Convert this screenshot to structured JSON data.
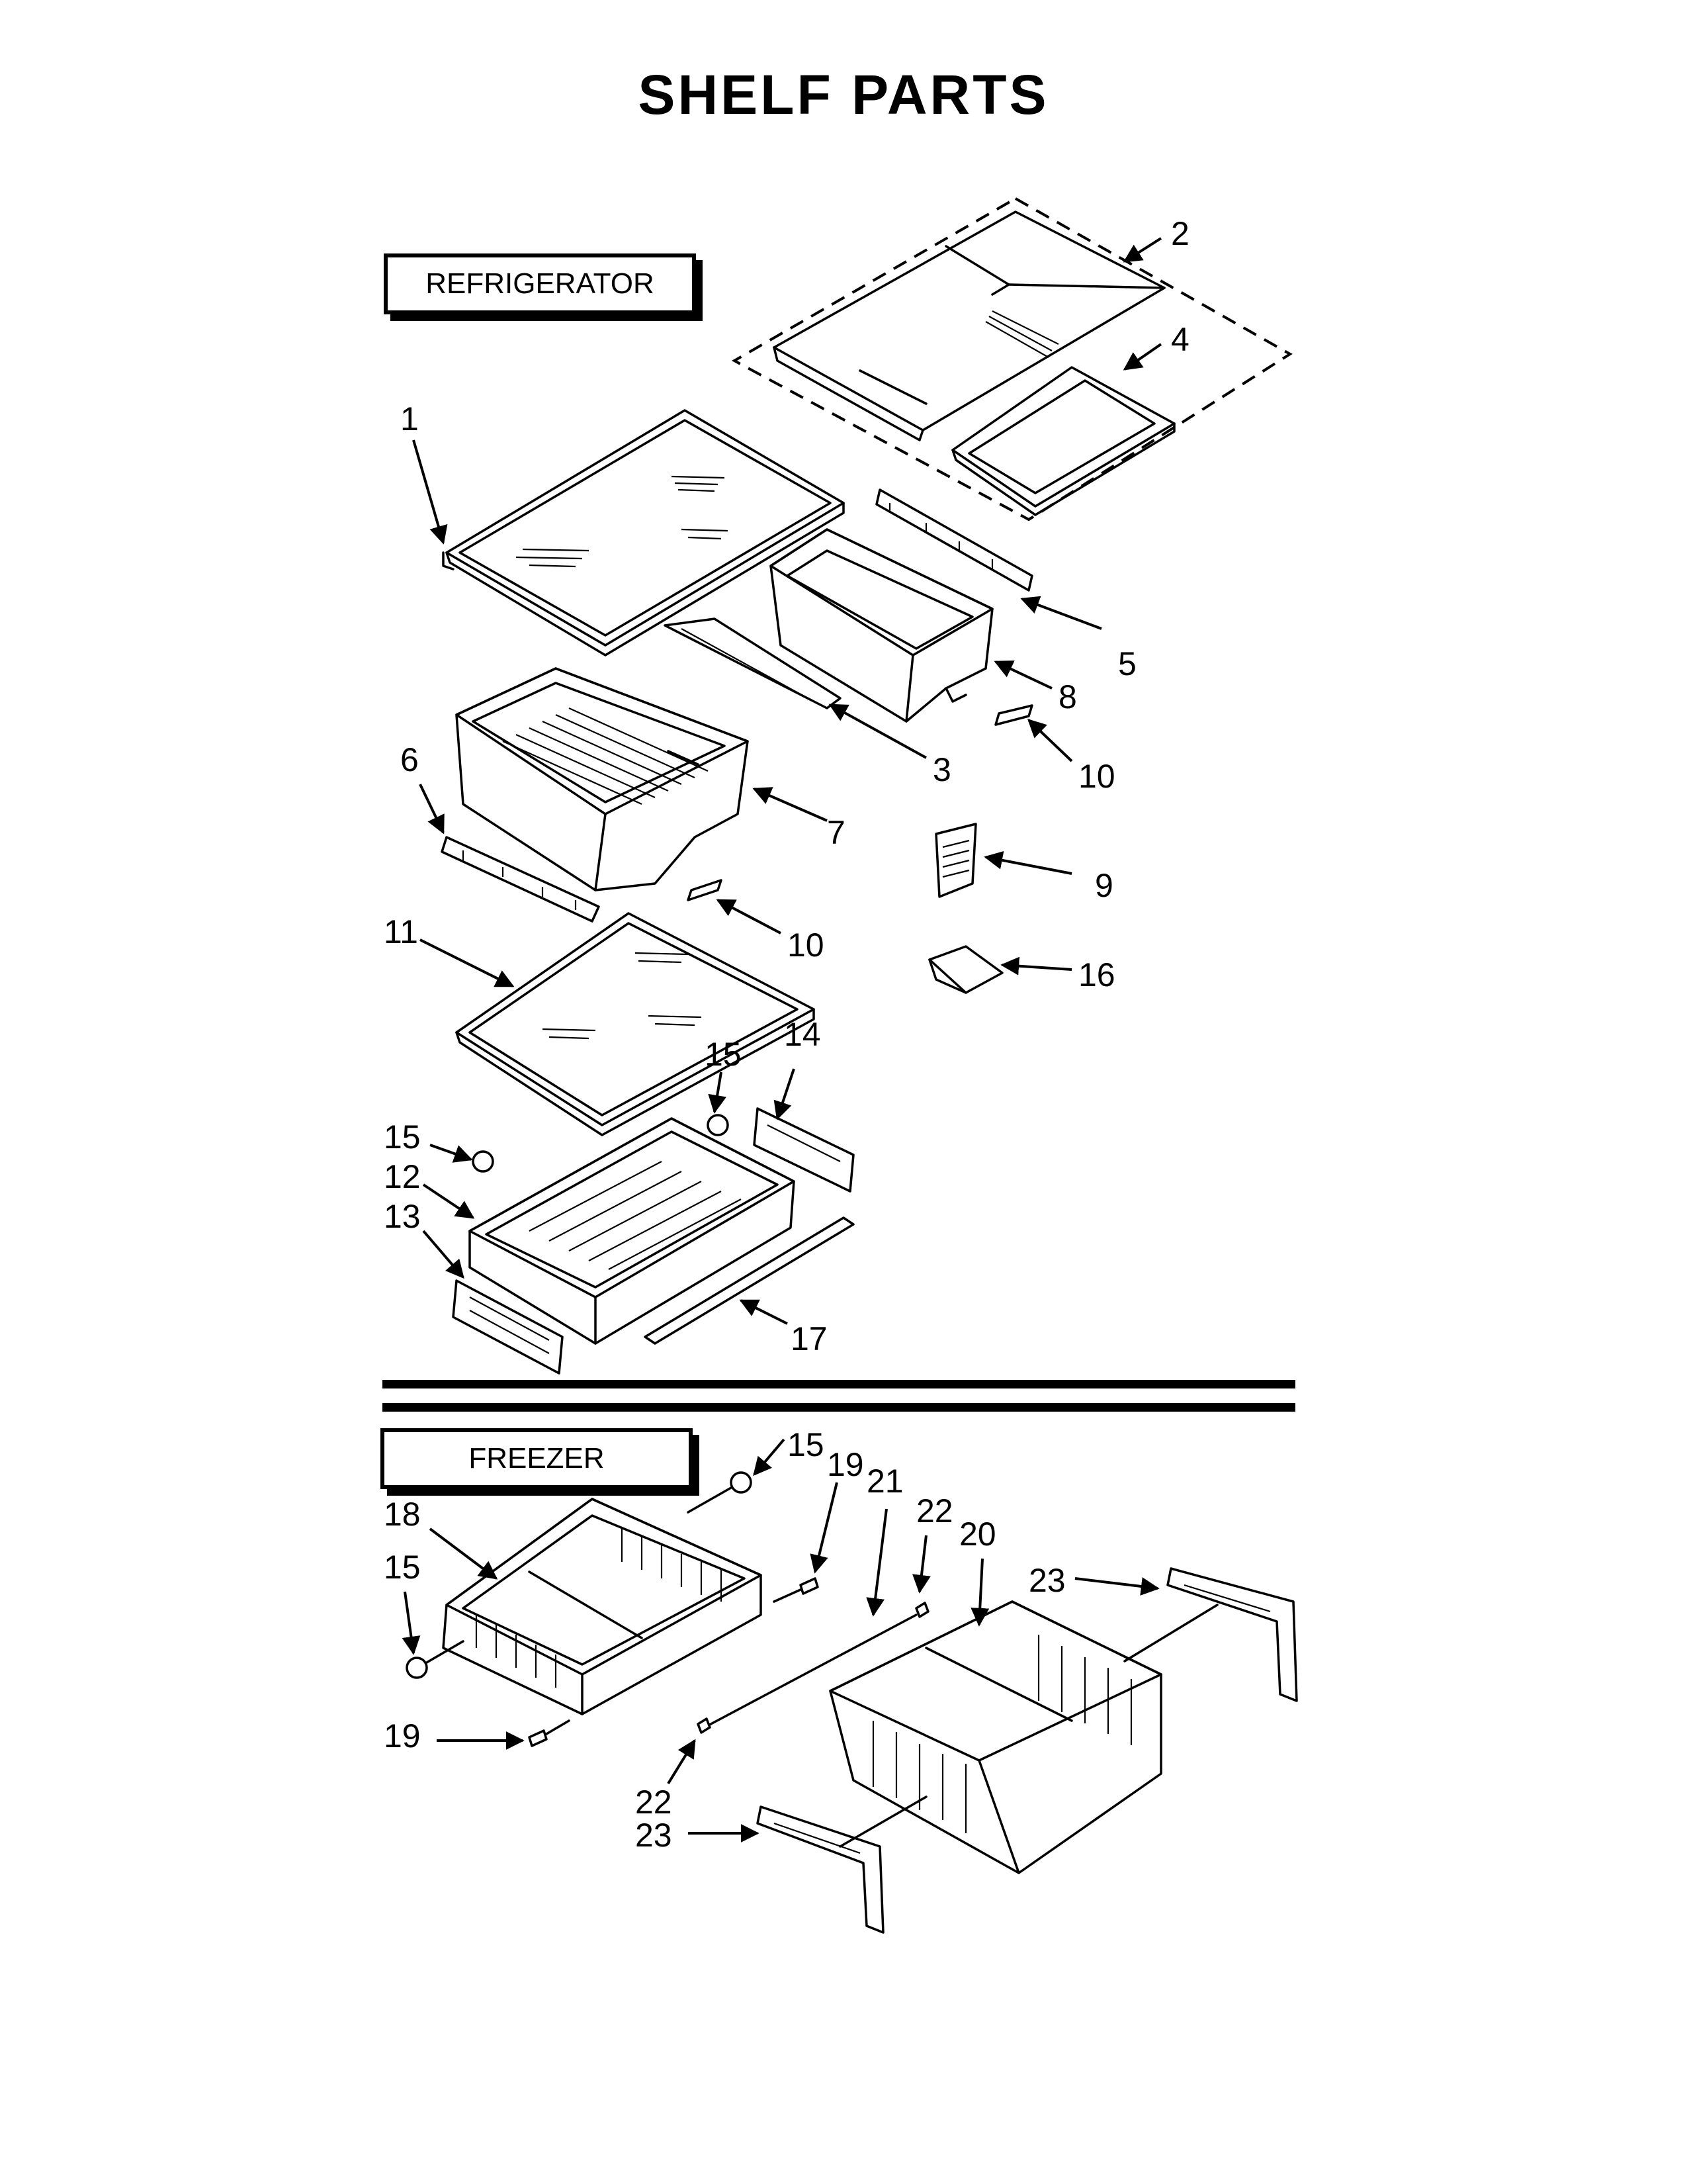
{
  "title": "SHELF PARTS",
  "sections": {
    "refrigerator": "REFRIGERATOR",
    "freezer": "FREEZER"
  },
  "callouts": {
    "c1": "1",
    "c2": "2",
    "c3": "3",
    "c4": "4",
    "c5": "5",
    "c6": "6",
    "c7": "7",
    "c8": "8",
    "c9": "9",
    "c10a": "10",
    "c10b": "10",
    "c11": "11",
    "c12": "12",
    "c13": "13",
    "c14": "14",
    "c15a": "15",
    "c15b": "15",
    "c15c": "15",
    "c15d": "15",
    "c16": "16",
    "c17": "17",
    "c18": "18",
    "c19a": "19",
    "c19b": "19",
    "c20": "20",
    "c21": "21",
    "c22a": "22",
    "c22b": "22",
    "c23a": "23",
    "c23b": "23"
  }
}
